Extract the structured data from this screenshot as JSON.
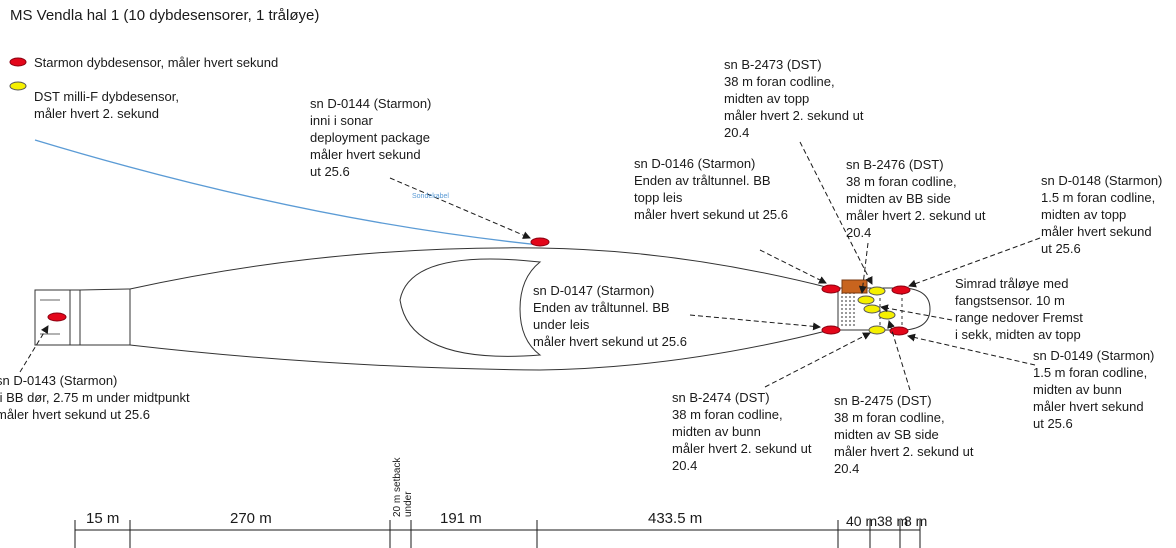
{
  "title": "MS Vendla hal 1 (10 dybdesensorer, 1 tråløye)",
  "legend": {
    "starmon": "Starmon dybdesensor, måler hvert sekund",
    "dst": "DST milli-F dybdesensor,\nmåler hvert 2. sekund"
  },
  "colors": {
    "starmon": "#e3061a",
    "dst": "#f5f000",
    "cable": "#5b9bd5",
    "box": "#c8641e"
  },
  "cable_label": "Sondekabel",
  "sensors": {
    "d0144": "sn D-0144 (Starmon)\ninni i sonar\ndeployment package\nmåler hvert sekund\nut 25.6",
    "d0143": "sn D-0143 (Starmon)\n i BB dør, 2.75 m under midtpunkt\nmåler hvert sekund ut 25.6",
    "d0146": "sn D-0146 (Starmon)\nEnden av tråltunnel. BB\ntopp leis\nmåler hvert sekund ut 25.6",
    "d0147": "sn D-0147 (Starmon)\nEnden av tråltunnel. BB\nunder leis\nmåler hvert sekund ut 25.6",
    "b2473": "sn B-2473 (DST)\n38 m foran codline,\nmidten av topp\nmåler hvert 2. sekund ut\n20.4",
    "b2476": "sn B-2476 (DST)\n38 m foran codline,\nmidten av BB side\nmåler hvert 2. sekund ut\n20.4",
    "d0148": "sn D-0148 (Starmon)\n1.5 m foran codline,\nmidten av topp\nmåler hvert sekund\nut 25.6",
    "simrad": "Simrad tråløye med\nfangstsensor. 10 m\nrange nedover Fremst\ni sekk, midten av topp",
    "d0149": "sn D-0149 (Starmon)\n1.5 m foran codline,\nmidten av bunn\nmåler hvert sekund\nut 25.6",
    "b2474": "sn B-2474 (DST)\n38 m foran codline,\nmidten av bunn\nmåler hvert 2. sekund ut\n20.4",
    "b2475": "sn B-2475 (DST)\n38 m foran codline,\nmidten av SB side\nmåler hvert 2. sekund ut\n20.4"
  },
  "measurements": {
    "m15": "15 m",
    "m270": "270 m",
    "setback": "20 m setback\nunder",
    "m191": "191 m",
    "m4335": "433.5 m",
    "m40": "40\nm",
    "m38": "38\nm",
    "m8": "8\nm"
  }
}
